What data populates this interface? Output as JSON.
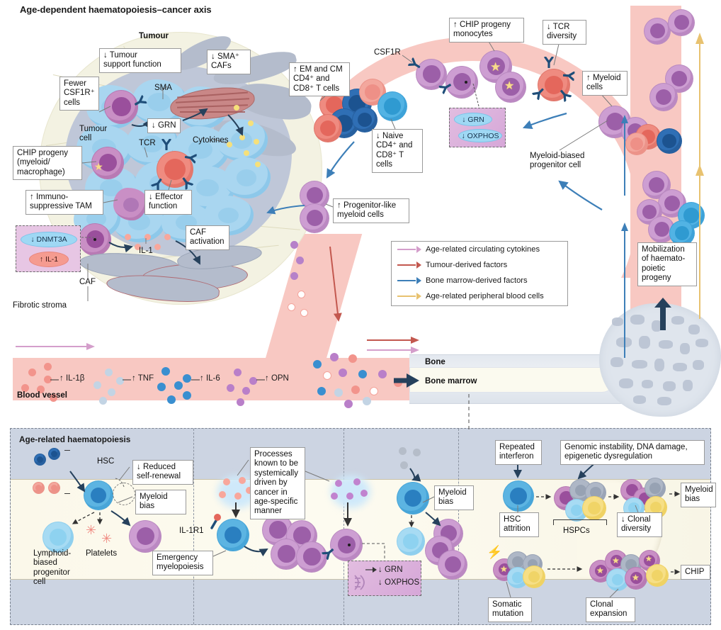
{
  "title": "Age-dependent haematopoiesis–cancer axis",
  "tumour": {
    "heading": "Tumour",
    "labels": {
      "tumour_support": "↓ Tumour\nsupport function",
      "sma_cafs": "↓ SMA⁺\nCAFs",
      "fewer_csf1r": "Fewer\nCSF1R⁺\ncells",
      "sma": "SMA",
      "grn": "↓ GRN",
      "tumour_cell": "Tumour\ncell",
      "tcr": "TCR",
      "cytokines": "Cytokines",
      "chip_progeny": "CHIP progeny\n(myeloid/\nmacrophage)",
      "immunosuppressive_tam": "↑ Immuno-\nsuppressive TAM",
      "effector_function": "↓ Effector\nfunction",
      "caf_activation": "CAF\nactivation",
      "il1": "IL-1",
      "caf": "CAF",
      "fibrotic_stroma": "Fibrotic stroma"
    },
    "dnmt_box": {
      "dnmt3a": "↓ DNMT3A",
      "il1": "↑ IL-1"
    }
  },
  "circulation": {
    "em_cm_t_cells": "↑ EM and CM\nCD4⁺ and\nCD8⁺ T cells",
    "naive_t_cells": "↓ Naive\nCD4⁺ and\nCD8⁺ T cells",
    "csf1r": "CSF1R",
    "chip_monocytes": "↑ CHIP progeny\nmonocytes",
    "tcr_diversity": "↓ TCR\ndiversity",
    "myeloid_cells": "↑ Myeloid\ncells",
    "myeloid_biased_progenitor": "Myeloid-biased\nprogenitor cell",
    "progenitor_like_myeloid": "↑ Progenitor-like\nmyeloid cells",
    "grn_box": {
      "grn": "↓ GRN",
      "oxphos": "↓ OXPHOS"
    },
    "mobilization": "Mobilization\nof haemato-\npoietic\nprogeny"
  },
  "legend": {
    "items": [
      {
        "label": "Age-related circulating cytokines",
        "color": "#d49ecb"
      },
      {
        "label": "Tumour-derived factors",
        "color": "#c3584f"
      },
      {
        "label": "Bone marrow-derived factors",
        "color": "#3d7fb8"
      },
      {
        "label": "Age-related peripheral blood cells",
        "color": "#e8c270"
      }
    ]
  },
  "blood_vessel": {
    "label": "Blood vessel",
    "cytokines": [
      "↑ IL-1β",
      "↑ TNF",
      "↑ IL-6",
      "↑ OPN"
    ],
    "bone": "Bone",
    "bone_marrow": "Bone marrow"
  },
  "bottom_panel": {
    "title": "Age-related haematopoiesis",
    "hsc": "HSC",
    "reduced_self_renewal": "↓ Reduced\nself-renewal",
    "myeloid_bias": "Myeloid bias",
    "lymphoid_biased": "Lymphoid-\nbiased\nprogenitor\ncell",
    "platelets": "Platelets",
    "il1r1": "IL-1R1",
    "emergency_myelopoiesis": "Emergency\nmyelopoiesis",
    "processes_note": "Processes\nknown to be\nsystemically\ndriven by\ncancer in\nage-specific\nmanner",
    "grn_box": {
      "grn": "↓ GRN",
      "oxphos": "↓ OXPHOS"
    },
    "myeloid_bias_2": "Myeloid\nbias",
    "repeated_interferon": "Repeated\ninterferon",
    "genomic_instability": "Genomic instability, DNA damage,\nepigenetic dysregulation",
    "hsc_attrition": "HSC\nattrition",
    "hspcs": "HSPCs",
    "clonal_diversity": "↓ Clonal\ndiversity",
    "myeloid_bias_3": "Myeloid\nbias",
    "somatic_mutation": "Somatic\nmutation",
    "clonal_expansion": "Clonal\nexpansion",
    "chip": "CHIP"
  },
  "colors": {
    "vessel_pink": "#f8c8c2",
    "tumour_halo": "#f3f2e2",
    "tumour_stroma": "#bfc7d8",
    "tumour_cell_blue": "#a9d6f0",
    "panel_bg": "#ccd4e2",
    "marrow_cream": "#fbf8ea",
    "bone_gray": "#dfe5ed"
  }
}
